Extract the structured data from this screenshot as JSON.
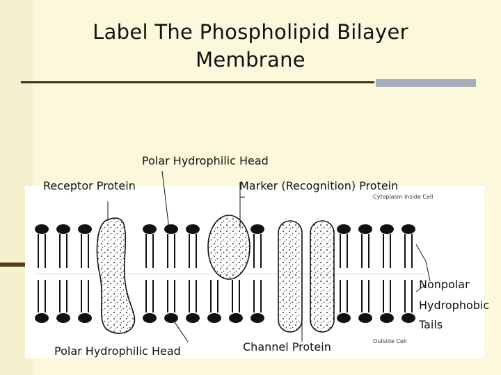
{
  "title": "Label The Phospholipid Bilayer Membrane",
  "labels": {
    "polar_head_top": "Polar Hydrophilic Head",
    "receptor_protein": "Receptor Protein",
    "marker_protein": "Marker (Recognition) Protein",
    "nonpolar_line1": "Nonpolar",
    "nonpolar_line2": "Hydrophobic",
    "nonpolar_line3": "Tails",
    "polar_head_bottom": "Polar Hydrophilic Head",
    "channel_protein": "Channel Protein",
    "cytoplasm": "Cytoplasm Inside Cell",
    "outside": "Outside Cell"
  }
}
